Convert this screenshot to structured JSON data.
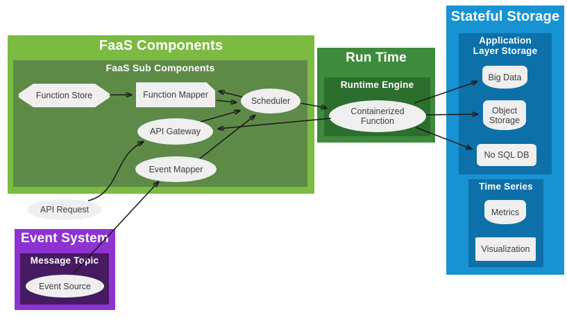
{
  "colors": {
    "faas_green": "#7bbb41",
    "faas_sub_green": "#5e8a48",
    "runtime_green": "#3e8b3e",
    "runtime_engine_green": "#2c6e2e",
    "storage_blue": "#1792d3",
    "storage_inner_blue": "#0d70a9",
    "event_purple": "#8e32d2",
    "message_topic_purple": "#461b61",
    "node_fill": "#efefef",
    "node_text": "#3d3d3d",
    "title_text": "#ffffff",
    "arrow": "#1c1c1c"
  },
  "groups": {
    "faas_components": {
      "title": "FaaS Components"
    },
    "faas_sub_components": {
      "title": "FaaS Sub Components"
    },
    "run_time": {
      "title": "Run Time"
    },
    "runtime_engine": {
      "title": "Runtime Engine"
    },
    "stateful_storage": {
      "title": "Stateful Storage"
    },
    "application_layer_storage": {
      "title": "Application Layer Storage"
    },
    "time_series": {
      "title": "Time Series"
    },
    "event_system": {
      "title": "Event System"
    },
    "message_topic": {
      "title": "Message Topic"
    }
  },
  "nodes": {
    "function_store": {
      "label": "Function Store",
      "shape": "octagon"
    },
    "function_mapper": {
      "label": "Function Mapper",
      "shape": "card"
    },
    "scheduler": {
      "label": "Scheduler",
      "shape": "ellipse"
    },
    "api_gateway": {
      "label": "API Gateway",
      "shape": "ellipse"
    },
    "event_mapper": {
      "label": "Event Mapper",
      "shape": "ellipse"
    },
    "containerized_function": {
      "label": "Containerized Function",
      "shape": "ellipse"
    },
    "big_data": {
      "label": "Big Data",
      "shape": "cylinder"
    },
    "object_storage": {
      "label": "Object Storage",
      "shape": "cylinder"
    },
    "no_sql_db": {
      "label": "No SQL DB",
      "shape": "rounded-rect"
    },
    "metrics": {
      "label": "Metrics",
      "shape": "cylinder"
    },
    "visualization": {
      "label": "Visualization",
      "shape": "rect"
    },
    "api_request": {
      "label": "API Request",
      "shape": "ellipse"
    },
    "event_source": {
      "label": "Event Source",
      "shape": "ellipse"
    }
  },
  "edges": [
    {
      "from": "Function Store",
      "to": "Function Mapper"
    },
    {
      "from": "Scheduler",
      "to": "Function Mapper"
    },
    {
      "from": "Function Mapper",
      "to": "Scheduler"
    },
    {
      "from": "API Gateway",
      "to": "Scheduler"
    },
    {
      "from": "Event Mapper",
      "to": "Scheduler"
    },
    {
      "from": "Scheduler",
      "to": "Containerized Function"
    },
    {
      "from": "Containerized Function",
      "to": "API Gateway"
    },
    {
      "from": "API Request",
      "to": "API Gateway"
    },
    {
      "from": "Event Source",
      "to": "Event Mapper"
    },
    {
      "from": "Containerized Function",
      "to": "Big Data"
    },
    {
      "from": "Containerized Function",
      "to": "Object Storage"
    },
    {
      "from": "Containerized Function",
      "to": "No SQL DB"
    }
  ]
}
